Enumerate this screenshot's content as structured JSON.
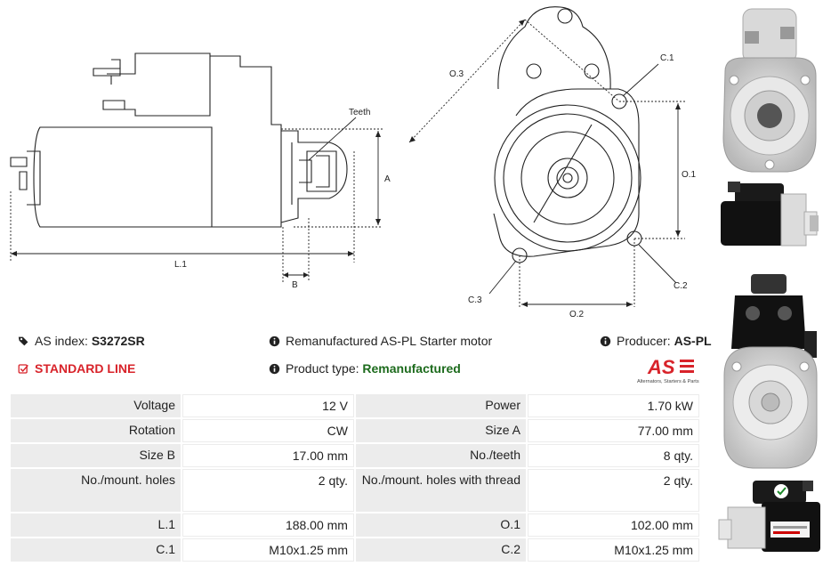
{
  "drawing": {
    "side": {
      "teeth": "Teeth",
      "a": "A",
      "l1": "L.1",
      "b": "B"
    },
    "front": {
      "o3": "O.3",
      "c1": "C.1",
      "o1": "O.1",
      "c3": "C.3",
      "c2": "C.2",
      "o2": "O.2"
    }
  },
  "info": {
    "as_index_label": "AS index:",
    "as_index_value": "S3272SR",
    "standard_line": "STANDARD LINE",
    "description": "Remanufactured AS-PL Starter motor",
    "product_type_label": "Product type:",
    "product_type_value": "Remanufactured",
    "producer_label": "Producer:",
    "producer_value": "AS-PL"
  },
  "logo": {
    "mark": "AS",
    "tagline": "Alternators, Starters & Parts"
  },
  "specs": [
    {
      "l1": "Voltage",
      "v1": "12 V",
      "l2": "Power",
      "v2": "1.70 kW"
    },
    {
      "l1": "Rotation",
      "v1": "CW",
      "l2": "Size A",
      "v2": "77.00 mm"
    },
    {
      "l1": "Size B",
      "v1": "17.00 mm",
      "l2": "No./teeth",
      "v2": "8 qty."
    },
    {
      "l1": "No./mount. holes",
      "v1": "2 qty.",
      "l2": "No./mount. holes with thread",
      "v2": "2 qty."
    },
    {
      "l1": "L.1",
      "v1": "188.00 mm",
      "l2": "O.1",
      "v2": "102.00 mm"
    },
    {
      "l1": "C.1",
      "v1": "M10x1.25 mm",
      "l2": "C.2",
      "v2": "M10x1.25 mm"
    }
  ],
  "colors": {
    "red": "#d8232a",
    "green": "#1d6b1d",
    "cell_gray": "#ececec"
  }
}
